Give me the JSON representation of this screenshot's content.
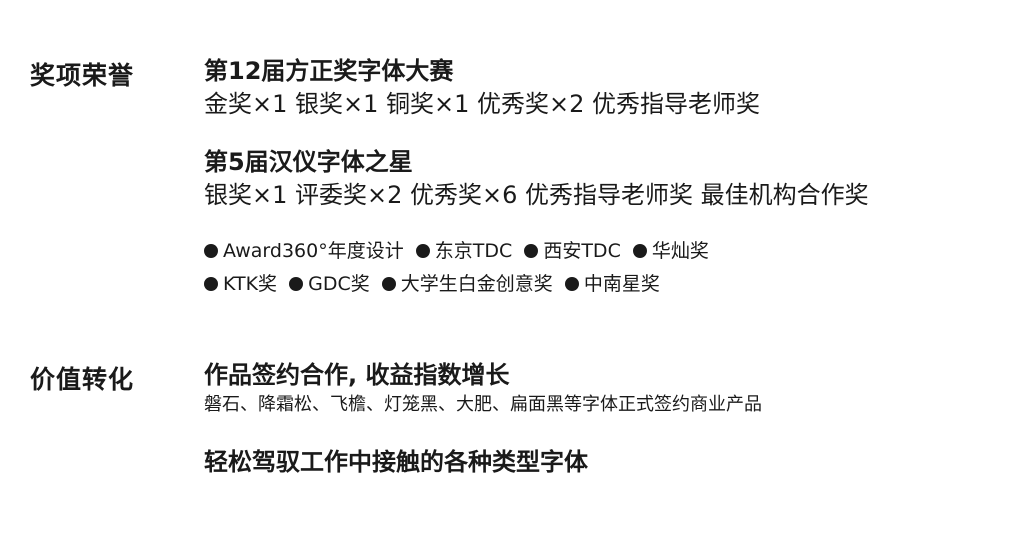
{
  "awards": {
    "label": "奖项荣誉",
    "fangzheng": {
      "title": "第12届方正奖字体大赛",
      "detail": "金奖×1 银奖×1 铜奖×1 优秀奖×2  优秀指导老师奖"
    },
    "hanyi": {
      "title": "第5届汉仪字体之星",
      "detail": "银奖×1 评委奖×2 优秀奖×6  优秀指导老师奖 最佳机构合作奖"
    },
    "tags_row1": [
      "Award360°年度设计",
      "东京TDC",
      "西安TDC",
      "华灿奖"
    ],
    "tags_row2": [
      "KTK奖",
      "GDC奖",
      "大学生白金创意奖",
      "中南星奖"
    ]
  },
  "value": {
    "label": "价值转化",
    "signing": {
      "title": "作品签约合作, 收益指数增长",
      "detail": "磐石、降霜松、飞檐、灯笼黑、大肥、扁面黑等字体正式签约商业产品"
    },
    "mastery": {
      "title": "轻松驾驭工作中接触的各种类型字体"
    }
  }
}
